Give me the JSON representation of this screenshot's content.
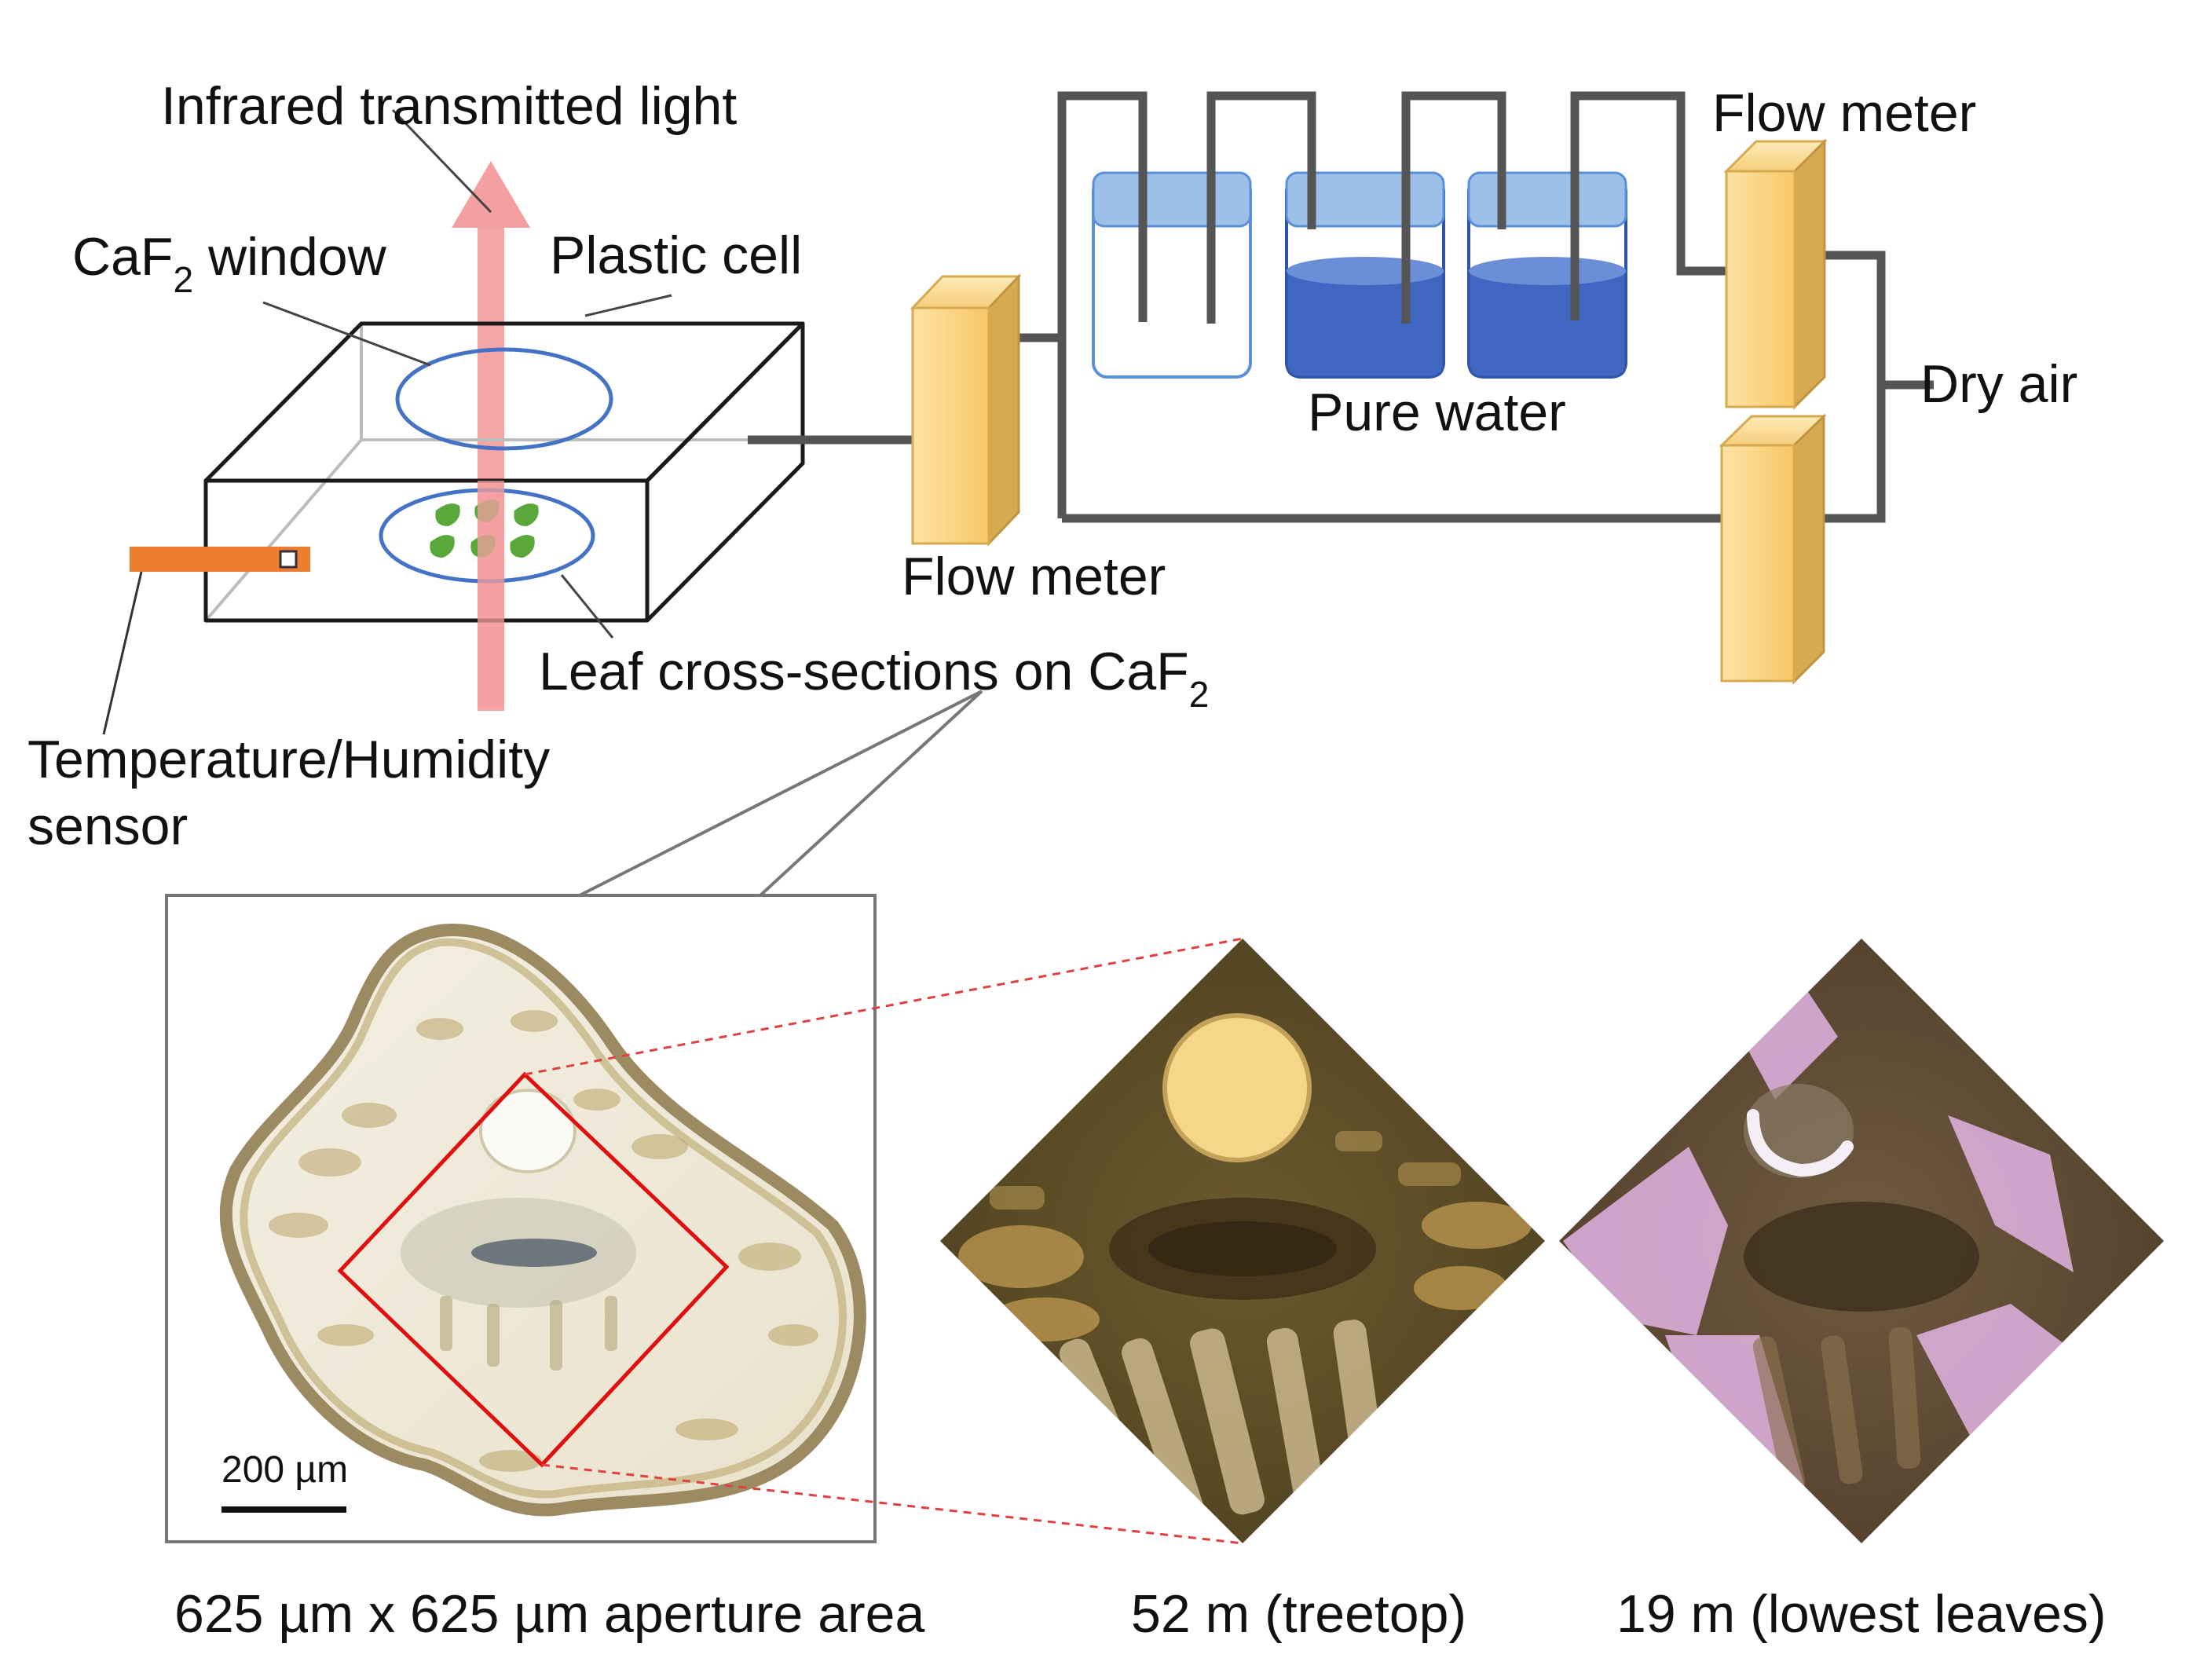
{
  "labels": {
    "infrared_light": "Infrared transmitted light",
    "caf2_window_prefix": "CaF",
    "caf2_window_sub": "2",
    "caf2_window_suffix": " window",
    "plastic_cell": "Plastic cell",
    "flow_meter_left": "Flow meter",
    "flow_meter_top": "Flow meter",
    "pure_water": "Pure water",
    "dry_air": "Dry air",
    "leaf_sections_prefix": "Leaf cross-sections on CaF",
    "leaf_sections_sub": "2",
    "sensor_line1": "Temperature/Humidity",
    "sensor_line2": "sensor",
    "scale_bar": "200 µm",
    "aperture_area": "625 µm x 625 µm aperture area",
    "treetop": "52 m (treetop)",
    "lowest_leaves": "19 m (lowest leaves)"
  },
  "colors": {
    "beam": "#f4a0a0",
    "tube": "#555555",
    "flow_meter_front": "#fbd383",
    "flow_meter_side": "#d6aa50",
    "water": "#3f67c2",
    "window_ring": "#4472c4",
    "leaf_dots": "#5aa83c",
    "sensor": "#ed7d31",
    "aperture_box": "#e01010"
  }
}
